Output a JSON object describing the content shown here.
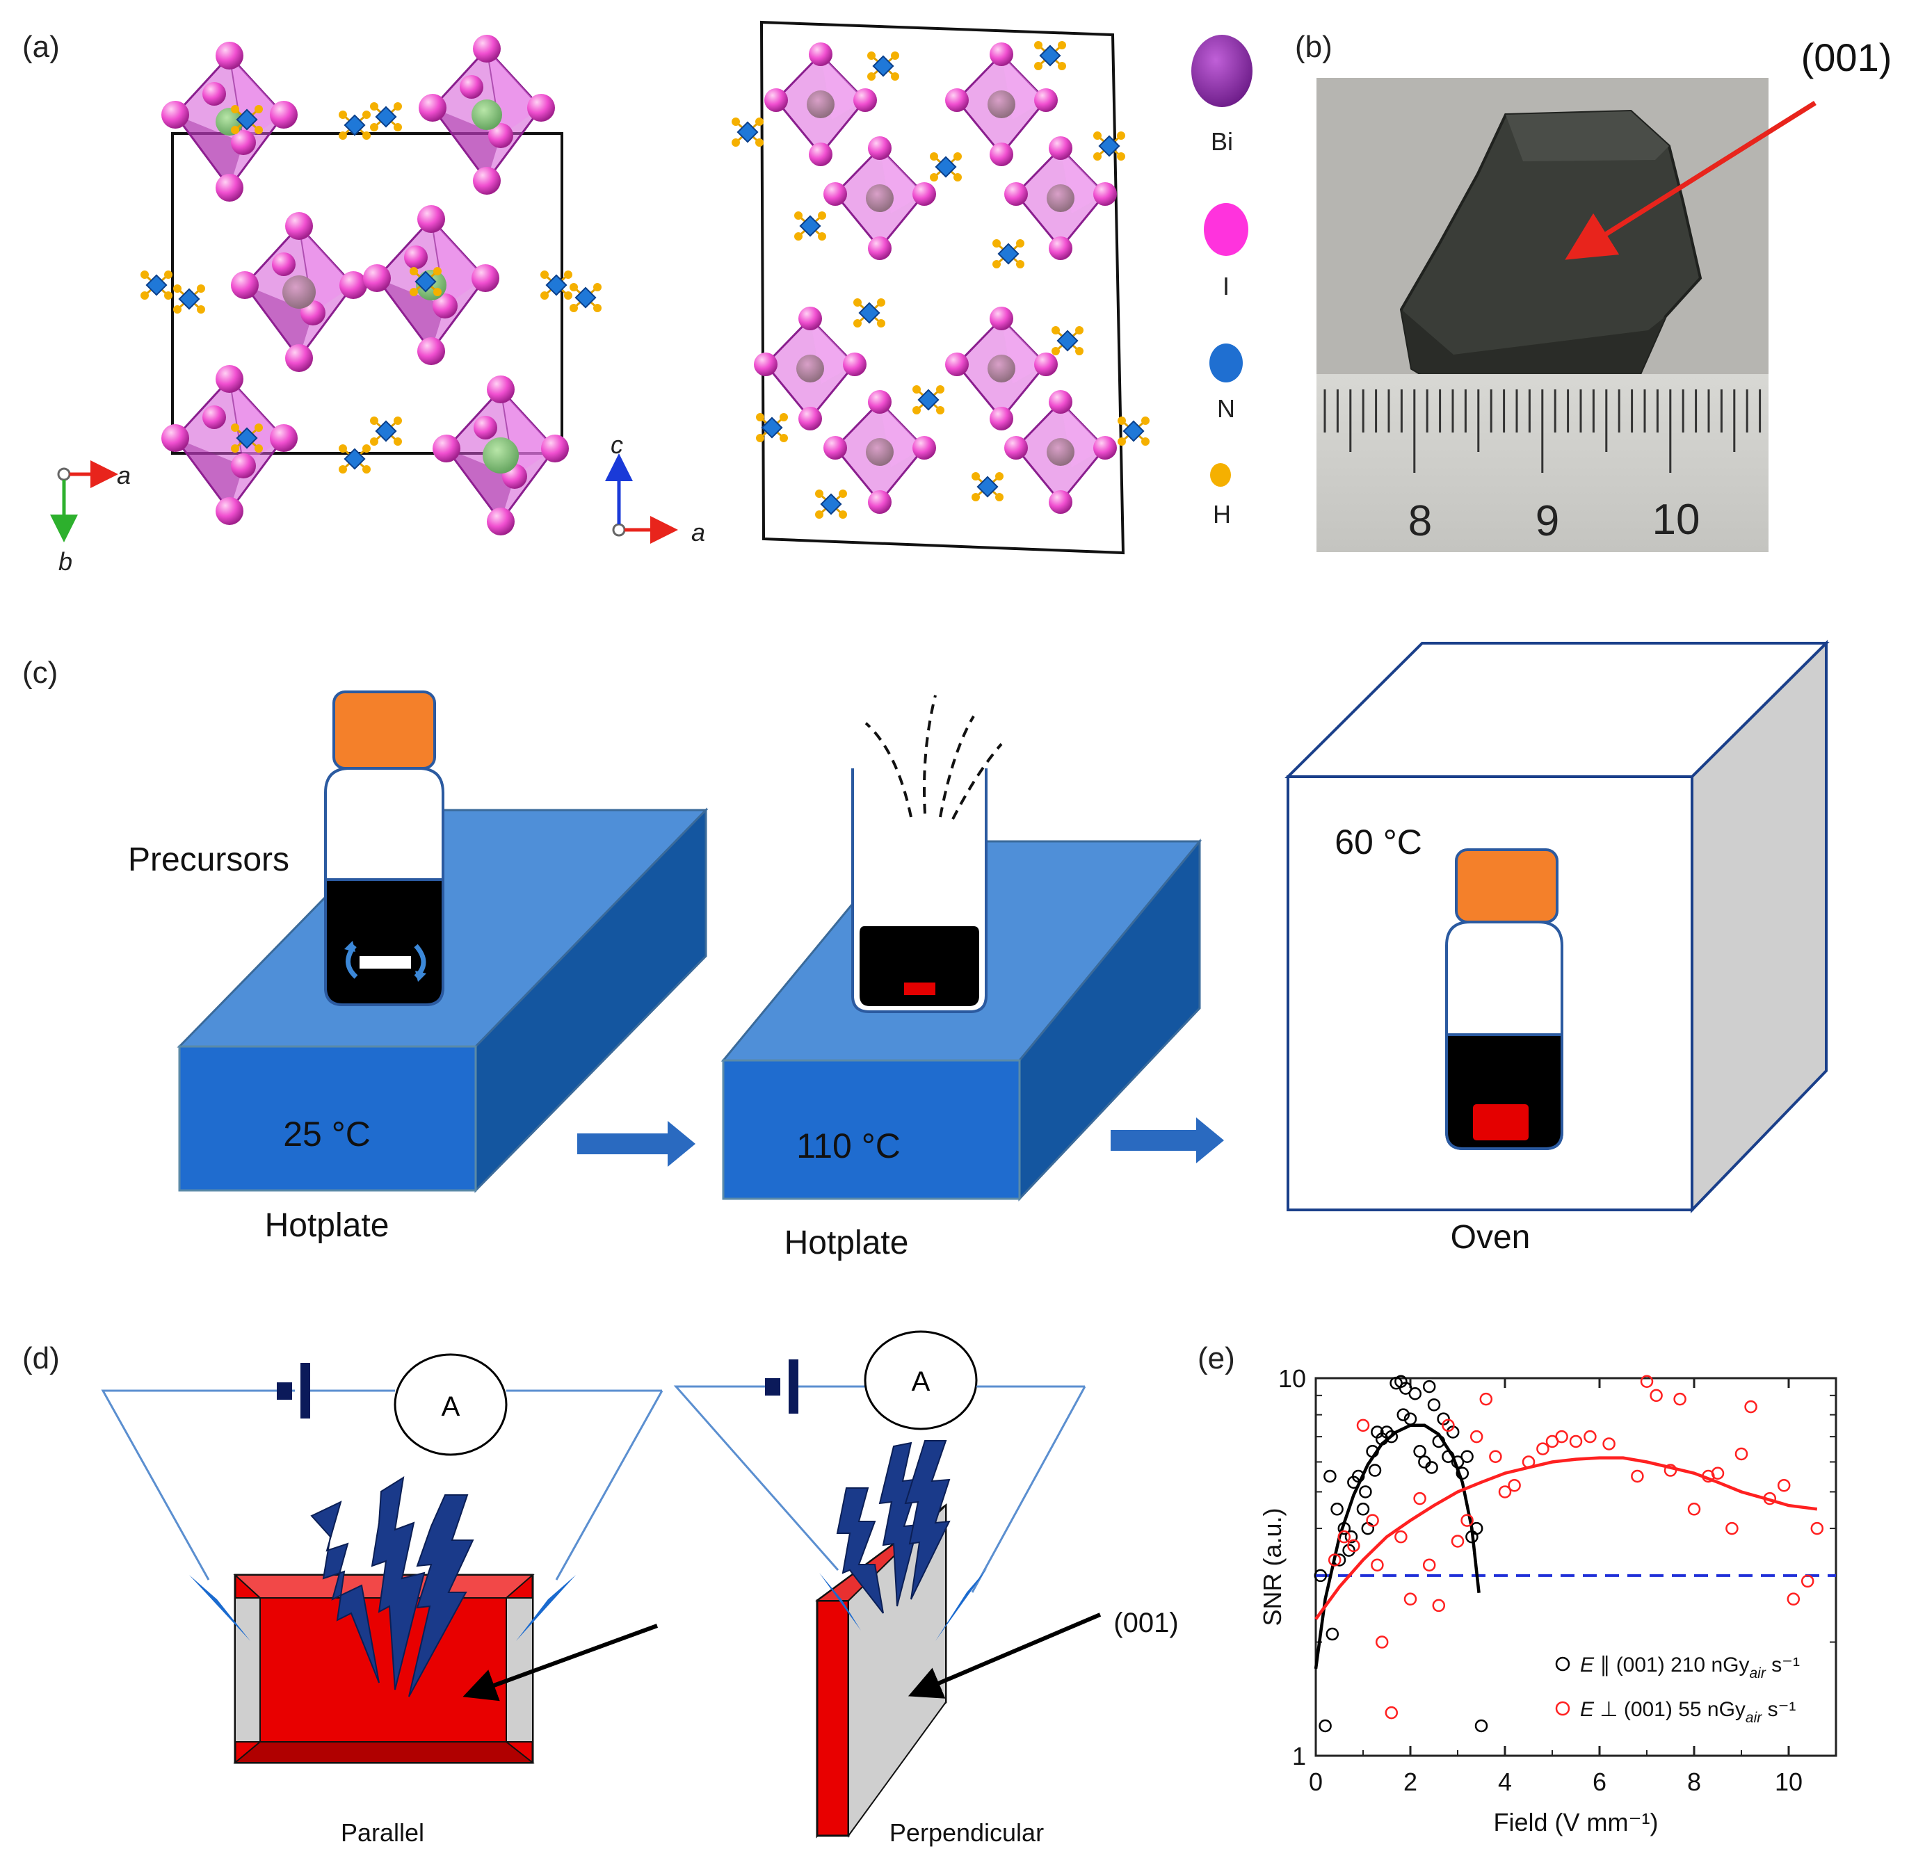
{
  "panels": {
    "a": {
      "label": "(a)",
      "axes_left": {
        "x": "a",
        "y": "b"
      },
      "axes_right": {
        "x": "a",
        "y": "c"
      },
      "legend": [
        {
          "label": "Bi",
          "color": "#8e2fa6"
        },
        {
          "label": "I",
          "color": "#ff33dd"
        },
        {
          "label": "N",
          "color": "#1f6fd1"
        },
        {
          "label": "H",
          "color": "#f5b000"
        }
      ]
    },
    "b": {
      "label": "(b)",
      "annotation": "(001)",
      "ruler_numbers": [
        "8",
        "9",
        "10"
      ]
    },
    "c": {
      "label": "(c)",
      "precursors": "Precursors",
      "temp1": "25 °C",
      "temp2": "110 °C",
      "temp3": "60 °C",
      "caption1": "Hotplate",
      "caption2": "Hotplate",
      "caption3": "Oven"
    },
    "d": {
      "label": "(d)",
      "ammeter": "A",
      "facet": "(001)",
      "caption_left": "Parallel",
      "caption_right": "Perpendicular"
    },
    "e": {
      "label": "(e)"
    }
  },
  "chart_data": {
    "type": "scatter",
    "xlabel": "Field (V mm⁻¹)",
    "ylabel": "SNR (a.u.)",
    "xlim": [
      0,
      11
    ],
    "ylim": [
      1,
      10
    ],
    "yscale": "log",
    "xticks": [
      0,
      2,
      4,
      6,
      8,
      10
    ],
    "yticks": [
      1,
      10
    ],
    "threshold": {
      "y": 3,
      "color": "#1f2fd8",
      "style": "dashed"
    },
    "series": [
      {
        "name": "E ∥ (001) 210 nGy",
        "legend": {
          "prefix": "E",
          "symbol": "∥",
          "text": " (001) 210 nGy",
          "sub": "air",
          "unit": " s⁻¹"
        },
        "color": "#000000",
        "points": [
          [
            0.1,
            3.0
          ],
          [
            0.2,
            1.2
          ],
          [
            0.3,
            5.5
          ],
          [
            0.35,
            2.1
          ],
          [
            0.45,
            4.5
          ],
          [
            0.5,
            3.3
          ],
          [
            0.6,
            4.0
          ],
          [
            0.7,
            3.5
          ],
          [
            0.75,
            3.8
          ],
          [
            0.8,
            5.3
          ],
          [
            0.9,
            5.5
          ],
          [
            1.0,
            4.5
          ],
          [
            1.05,
            5.0
          ],
          [
            1.1,
            4.0
          ],
          [
            1.2,
            6.4
          ],
          [
            1.25,
            5.7
          ],
          [
            1.3,
            7.2
          ],
          [
            1.4,
            6.9
          ],
          [
            1.5,
            7.2
          ],
          [
            1.6,
            7.0
          ],
          [
            1.7,
            9.7
          ],
          [
            1.8,
            9.8
          ],
          [
            1.85,
            8.0
          ],
          [
            1.9,
            9.4
          ],
          [
            2.0,
            7.8
          ],
          [
            2.1,
            9.1
          ],
          [
            2.2,
            6.4
          ],
          [
            2.3,
            6.0
          ],
          [
            2.4,
            9.5
          ],
          [
            2.45,
            5.8
          ],
          [
            2.5,
            8.5
          ],
          [
            2.6,
            6.8
          ],
          [
            2.7,
            7.8
          ],
          [
            2.8,
            6.2
          ],
          [
            2.9,
            7.2
          ],
          [
            3.0,
            6.0
          ],
          [
            3.1,
            5.6
          ],
          [
            3.2,
            6.2
          ],
          [
            3.3,
            3.8
          ],
          [
            3.4,
            4.0
          ],
          [
            3.5,
            1.2
          ]
        ],
        "fit": [
          [
            0.0,
            1.7
          ],
          [
            0.2,
            2.6
          ],
          [
            0.5,
            3.8
          ],
          [
            0.8,
            4.9
          ],
          [
            1.1,
            5.9
          ],
          [
            1.4,
            6.7
          ],
          [
            1.7,
            7.2
          ],
          [
            2.0,
            7.5
          ],
          [
            2.3,
            7.5
          ],
          [
            2.6,
            7.1
          ],
          [
            2.9,
            6.2
          ],
          [
            3.1,
            5.3
          ],
          [
            3.3,
            4.0
          ],
          [
            3.45,
            2.7
          ]
        ]
      },
      {
        "name": "E ⊥ (001) 55 nGy",
        "legend": {
          "prefix": "E",
          "symbol": "⊥",
          "text": " (001) 55 nGy",
          "sub": "air",
          "unit": " s⁻¹"
        },
        "color": "#ff2020",
        "points": [
          [
            0.4,
            3.3
          ],
          [
            0.6,
            3.8
          ],
          [
            0.8,
            3.6
          ],
          [
            1.0,
            7.5
          ],
          [
            1.2,
            4.2
          ],
          [
            1.3,
            3.2
          ],
          [
            1.4,
            2.0
          ],
          [
            1.6,
            1.3
          ],
          [
            1.8,
            3.8
          ],
          [
            2.0,
            2.6
          ],
          [
            2.2,
            4.8
          ],
          [
            2.4,
            3.2
          ],
          [
            2.6,
            2.5
          ],
          [
            2.8,
            7.5
          ],
          [
            3.0,
            3.7
          ],
          [
            3.2,
            4.2
          ],
          [
            3.4,
            7.0
          ],
          [
            3.6,
            8.8
          ],
          [
            3.8,
            6.2
          ],
          [
            4.0,
            5.0
          ],
          [
            4.2,
            5.2
          ],
          [
            4.5,
            6.0
          ],
          [
            4.8,
            6.5
          ],
          [
            5.0,
            6.8
          ],
          [
            5.2,
            7.0
          ],
          [
            5.5,
            6.8
          ],
          [
            5.8,
            7.0
          ],
          [
            6.2,
            6.7
          ],
          [
            6.8,
            5.5
          ],
          [
            7.0,
            9.8
          ],
          [
            7.2,
            9.0
          ],
          [
            7.5,
            5.7
          ],
          [
            7.7,
            8.8
          ],
          [
            8.0,
            4.5
          ],
          [
            8.3,
            5.5
          ],
          [
            8.5,
            5.6
          ],
          [
            8.8,
            4.0
          ],
          [
            9.0,
            6.3
          ],
          [
            9.2,
            8.4
          ],
          [
            9.6,
            4.8
          ],
          [
            9.9,
            5.2
          ],
          [
            10.1,
            2.6
          ],
          [
            10.4,
            2.9
          ],
          [
            10.6,
            4.0
          ]
        ],
        "fit": [
          [
            0.0,
            2.3
          ],
          [
            0.5,
            2.8
          ],
          [
            1.0,
            3.3
          ],
          [
            1.5,
            3.8
          ],
          [
            2.0,
            4.2
          ],
          [
            2.5,
            4.6
          ],
          [
            3.0,
            5.0
          ],
          [
            3.5,
            5.3
          ],
          [
            4.0,
            5.6
          ],
          [
            4.5,
            5.8
          ],
          [
            5.0,
            6.0
          ],
          [
            5.5,
            6.1
          ],
          [
            6.0,
            6.15
          ],
          [
            6.5,
            6.15
          ],
          [
            7.0,
            6.0
          ],
          [
            7.5,
            5.8
          ],
          [
            8.0,
            5.6
          ],
          [
            8.5,
            5.3
          ],
          [
            9.0,
            5.0
          ],
          [
            9.5,
            4.8
          ],
          [
            10.0,
            4.6
          ],
          [
            10.6,
            4.5
          ]
        ]
      }
    ]
  }
}
